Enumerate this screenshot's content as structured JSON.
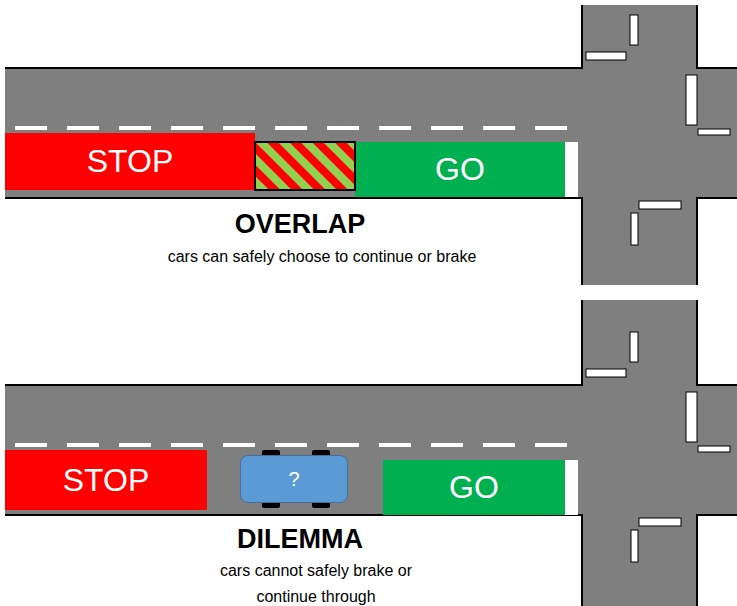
{
  "diagram": {
    "nodes": [
      {
        "text": [
          "STOP"
        ]
      },
      {
        "text": [
          "GO"
        ]
      },
      {
        "text": [
          "STOP"
        ]
      },
      {
        "text": [
          "?"
        ]
      },
      {
        "text": [
          "GO"
        ]
      }
    ],
    "labels": [
      "OVERLAP",
      "cars can safely choose to continue or brake",
      "DILEMMA",
      "cars cannot safely brake or continue through"
    ]
  }
}
